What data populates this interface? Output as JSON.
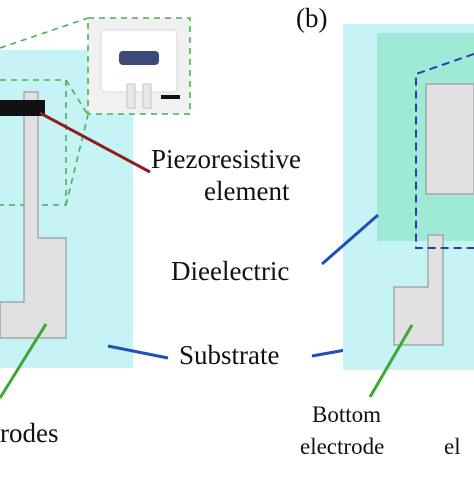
{
  "panel_b": {
    "tag": "(b)"
  },
  "labels": {
    "piezoresistive_line1": "Piezoresistive",
    "piezoresistive_line2": "element",
    "dielectric": "Dieelectric",
    "substrate": "Substrate",
    "electrodes_fragment": "rodes",
    "bottom_electrode_line1": "Bottom",
    "bottom_electrode_line2": "electrode",
    "cut_fragment_right": "el"
  },
  "colors": {
    "substrate": "#c6f3f5",
    "dielectric": "#9fead6",
    "electrode_fill": "#e1e1e1",
    "electrode_stroke": "#9a9a9a",
    "piezo_leader": "#8c1d1d",
    "dielectric_leader": "#1f4fb6",
    "substrate_leader": "#1f4fb6",
    "electrode_leader": "#3aa935",
    "dash_green": "#4caf50",
    "dash_blue": "#2b3ea8",
    "piezo_element": "#111111"
  }
}
